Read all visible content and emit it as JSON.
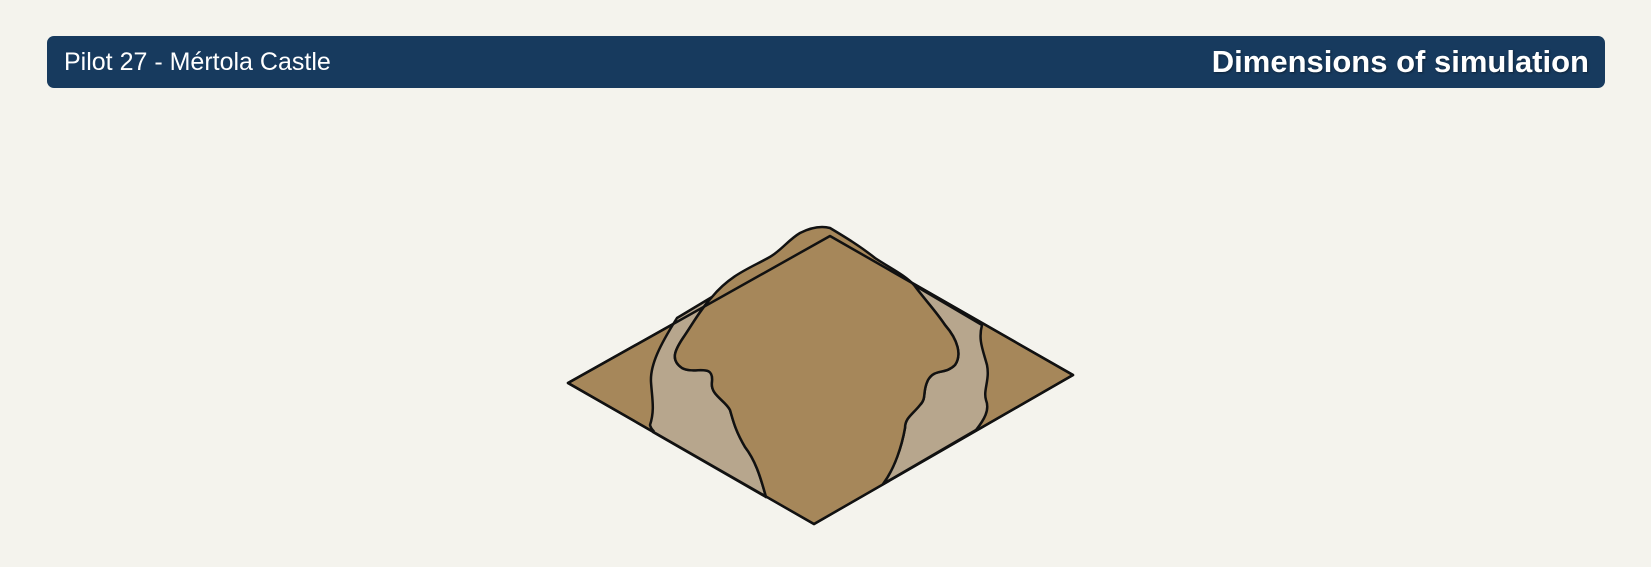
{
  "header": {
    "title_left": "Pilot 27 - Mértola Castle",
    "title_right": "Dimensions of simulation"
  },
  "colors": {
    "background": "#f4f3ed",
    "header_bar": "#173a5e",
    "header_text": "#ffffff",
    "terrain_ground": "#a6875a",
    "river_channel": "#b7a68d",
    "outline": "#111111"
  },
  "figure": {
    "icon": "isometric-terrain-tile-with-hill-and-valleys"
  }
}
